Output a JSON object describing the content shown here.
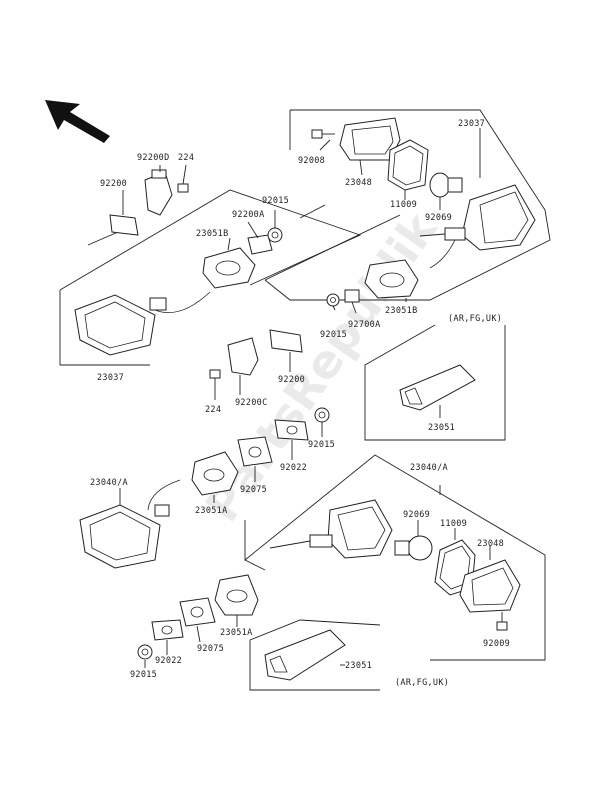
{
  "watermark": "PartsRepublik",
  "labels": {
    "l23037_top": "23037",
    "l92008": "92008",
    "l23048_top": "23048",
    "l11009_top": "11009",
    "l92069_top": "92069",
    "l92200D": "92200D",
    "l224_top": "224",
    "l92200_left": "92200",
    "l92015_top": "92015",
    "l92200A": "92200A",
    "l23051B_left": "23051B",
    "l92015_mid": "92015",
    "l92700A": "92700A",
    "l23051B_right": "23051B",
    "l_ar_top": "(AR,FG,UK)",
    "l23037_left": "23037",
    "l92200_mid": "92200",
    "l224_mid": "224",
    "l92200C": "92200C",
    "l23051_top": "23051",
    "l92015_low": "92015",
    "l92022_mid": "92022",
    "l23040A_left": "23040/A",
    "l92075_mid": "92075",
    "l23051A_mid": "23051A",
    "l23040A_right": "23040/A",
    "l92069_low": "92069",
    "l11009_low": "11009",
    "l23048_low": "23048",
    "l92009": "92009",
    "l23051A_low": "23051A",
    "l92022_low": "92022",
    "l92075_low": "92075",
    "l92015_bottom": "92015",
    "l23051_bottom": "23051",
    "l_ar_bottom": "(AR,FG,UK)"
  }
}
